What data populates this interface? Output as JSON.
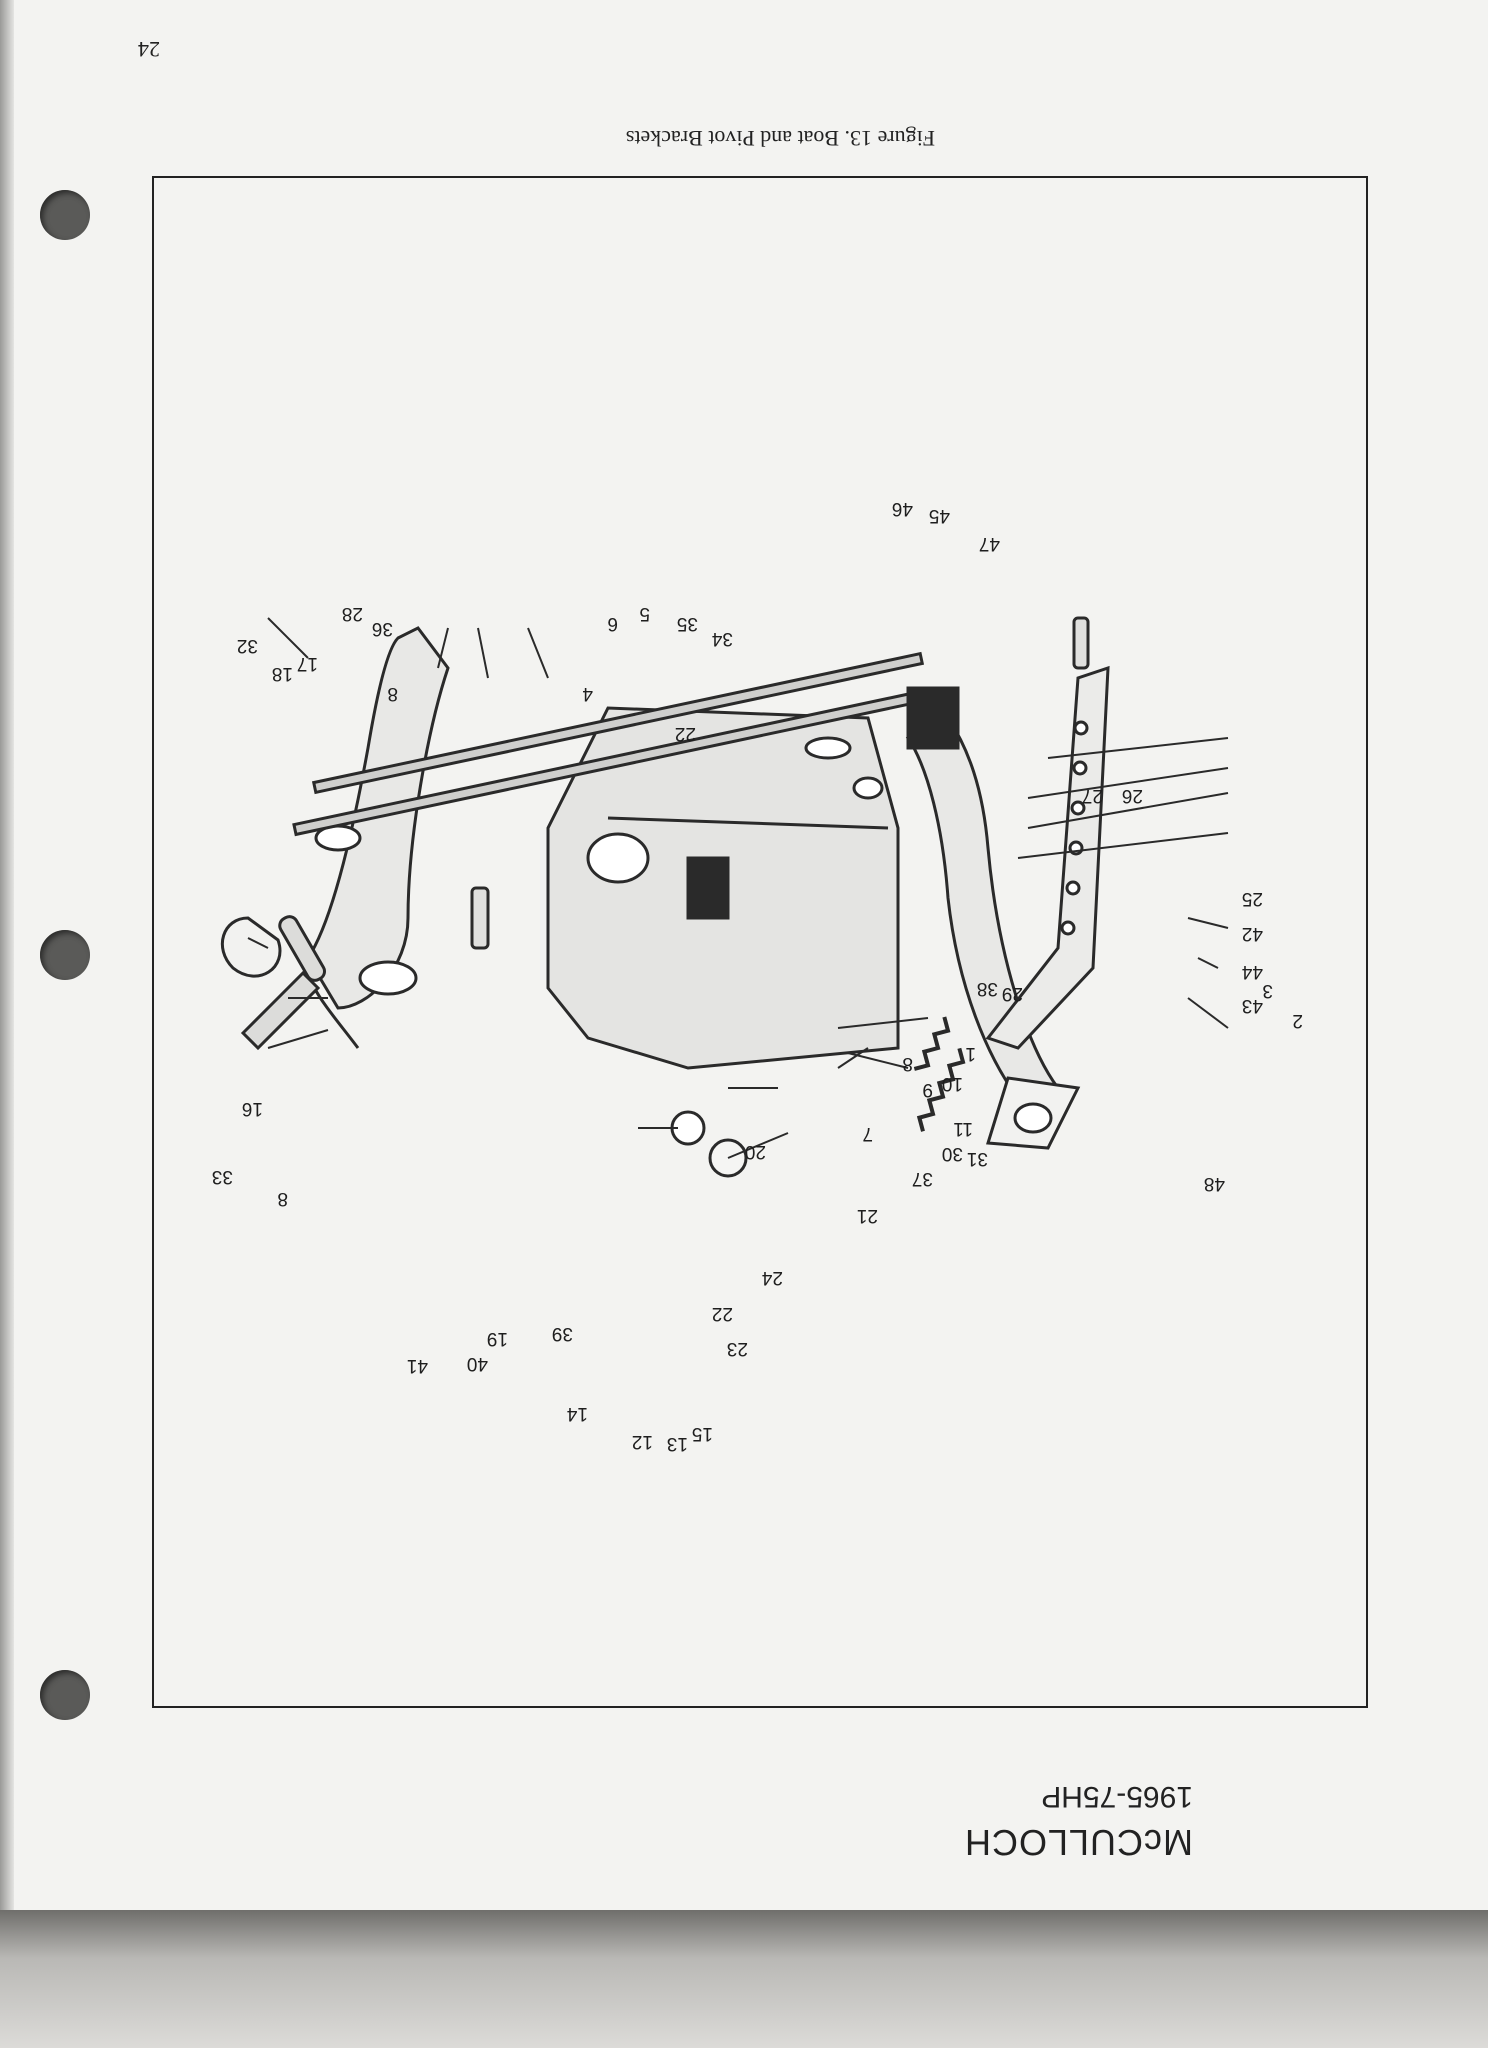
{
  "page_number": "24",
  "figure_caption": "Figure 13.  Boat and Pivot Brackets",
  "brand": {
    "name": "McCULLOCH",
    "model": "1965-75HP"
  },
  "part_labels": [
    "1",
    "2",
    "3",
    "4",
    "5",
    "6",
    "7",
    "8",
    "9",
    "10",
    "11",
    "12",
    "13",
    "14",
    "15",
    "16",
    "17",
    "18",
    "19",
    "20",
    "21",
    "22",
    "23",
    "24",
    "25",
    "26",
    "27",
    "28",
    "29",
    "30",
    "31",
    "32",
    "33",
    "34",
    "35",
    "36",
    "37",
    "38",
    "39",
    "40",
    "41",
    "42",
    "43",
    "44",
    "45",
    "46",
    "47",
    "48"
  ]
}
